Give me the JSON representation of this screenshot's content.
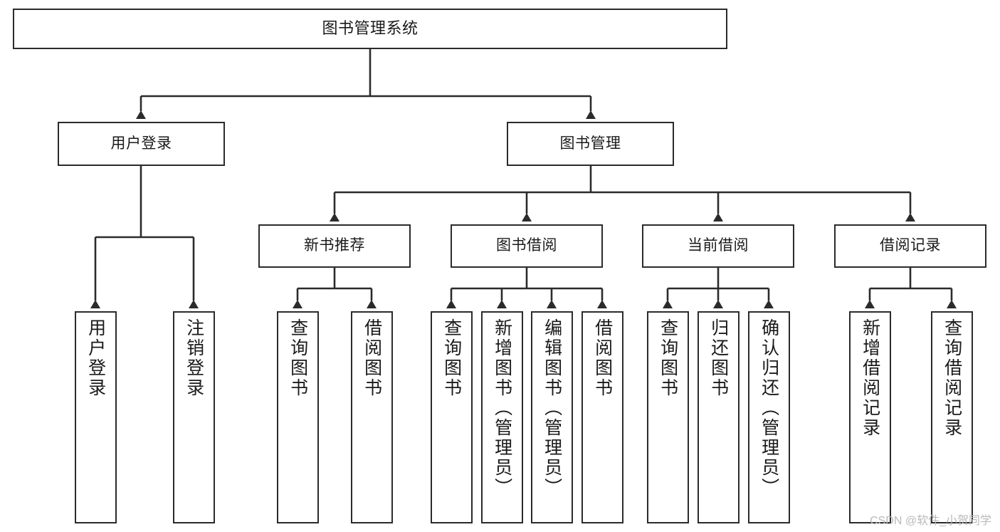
{
  "diagram": {
    "title": "图书管理系统",
    "watermark": "CSDN @软件_小贺同学",
    "colors": {
      "box_border": "#2b2b2b",
      "box_fill": "#ffffff",
      "edge": "#2b2b2b",
      "text": "#1a1a1a",
      "watermark": "#b9b9b9",
      "background": "#ffffff"
    },
    "levels": {
      "root": "图书管理系统",
      "level2": [
        "用户登录",
        "图书管理"
      ],
      "level3": [
        "新书推荐",
        "图书借阅",
        "当前借阅",
        "借阅记录"
      ]
    },
    "nodes": {
      "root": {
        "label": "图书管理系统"
      },
      "user_login": {
        "label": "用户登录"
      },
      "book_manage": {
        "label": "图书管理"
      },
      "new_book_rec": {
        "label": "新书推荐"
      },
      "book_borrow": {
        "label": "图书借阅"
      },
      "current_borrow": {
        "label": "当前借阅"
      },
      "borrow_record": {
        "label": "借阅记录"
      },
      "leaf_user_login": {
        "label": "用户登录"
      },
      "leaf_logout": {
        "label": "注销登录"
      },
      "leaf_query_book_1": {
        "label": "查询图书"
      },
      "leaf_borrow_book_1": {
        "label": "借阅图书"
      },
      "leaf_query_book_2": {
        "label": "查询图书"
      },
      "leaf_add_book": {
        "label": "新增图书（管理员）"
      },
      "leaf_edit_book": {
        "label": "编辑图书（管理员）"
      },
      "leaf_borrow_book_2": {
        "label": "借阅图书"
      },
      "leaf_query_book_3": {
        "label": "查询图书"
      },
      "leaf_return_book": {
        "label": "归还图书"
      },
      "leaf_confirm_return": {
        "label": "确认归还（管理员）"
      },
      "leaf_add_record": {
        "label": "新增借阅记录"
      },
      "leaf_query_record": {
        "label": "查询借阅记录"
      }
    },
    "tree": {
      "name": "图书管理系统",
      "children": [
        {
          "name": "用户登录",
          "children": [
            {
              "name": "用户登录"
            },
            {
              "name": "注销登录"
            }
          ]
        },
        {
          "name": "图书管理",
          "children": [
            {
              "name": "新书推荐",
              "children": [
                {
                  "name": "查询图书"
                },
                {
                  "name": "借阅图书"
                }
              ]
            },
            {
              "name": "图书借阅",
              "children": [
                {
                  "name": "查询图书"
                },
                {
                  "name": "新增图书（管理员）"
                },
                {
                  "name": "编辑图书（管理员）"
                },
                {
                  "name": "借阅图书"
                }
              ]
            },
            {
              "name": "当前借阅",
              "children": [
                {
                  "name": "查询图书"
                },
                {
                  "name": "归还图书"
                },
                {
                  "name": "确认归还（管理员）"
                }
              ]
            },
            {
              "name": "借阅记录",
              "children": [
                {
                  "name": "新增借阅记录"
                },
                {
                  "name": "查询借阅记录"
                }
              ]
            }
          ]
        }
      ]
    }
  }
}
